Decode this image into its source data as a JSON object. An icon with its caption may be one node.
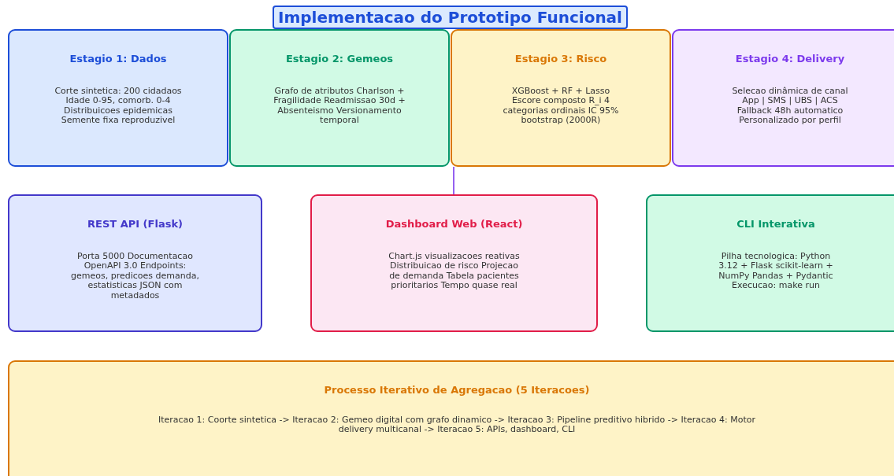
{
  "diagram": {
    "title": "Implementacao do Prototipo Funcional",
    "nodes": [
      {
        "text": [
          "Estagio 1: Dados",
          "Corte sintetica: 200 cidadaos Idade 0-95, comorb. 0-4 Distribuicoes epidemicas Semente fixa reproduzivel"
        ]
      },
      {
        "text": [
          "Estagio 2: Gemeos",
          "Grafo de atributos Charlson + Fragilidade Readmissao 30d + Absenteismo Versionamento temporal"
        ]
      },
      {
        "text": [
          "Estagio 3: Risco",
          "XGBoost + RF + Lasso Escore composto R_i 4 categorias ordinais IC 95% bootstrap (2000R)"
        ]
      },
      {
        "text": [
          "Estagio 4: Delivery",
          "Selecao dinâmica de canal App | SMS | UBS | ACS Fallback 48h automatico Personalizado por perfil"
        ]
      },
      {
        "text": [
          "REST API (Flask)",
          "Porta 5000 Documentacao OpenAPI 3.0 Endpoints: gemeos, predicoes demanda, estatisticas JSON com metadados"
        ]
      },
      {
        "text": [
          "Dashboard Web (React)",
          "Chart.js visualizacoes reativas Distribuicao de risco Projecao de demanda Tabela pacientes prioritarios Tempo quase real"
        ]
      },
      {
        "text": [
          "CLI Interativa",
          "Pilha tecnologica: Python 3.12 + Flask scikit-learn + NumPy Pandas + Pydantic Execucao: make run"
        ]
      },
      {
        "text": [
          "Processo Iterativo de Agregacao (5 Iteracoes)",
          "Iteracao 1: Coorte sintetica -> Iteracao 2: Gemeo digital com grafo dinamico -> Iteracao 3: Pipeline preditivo hibrido -> Iteracao 4: Motor delivery multicanal -> Iteracao 5: APIs, dashboard, CLI"
        ]
      }
    ],
    "edges": [
      {
        "from": 2,
        "to": 5,
        "arrow": "none",
        "color": "#7c3aed"
      }
    ]
  }
}
